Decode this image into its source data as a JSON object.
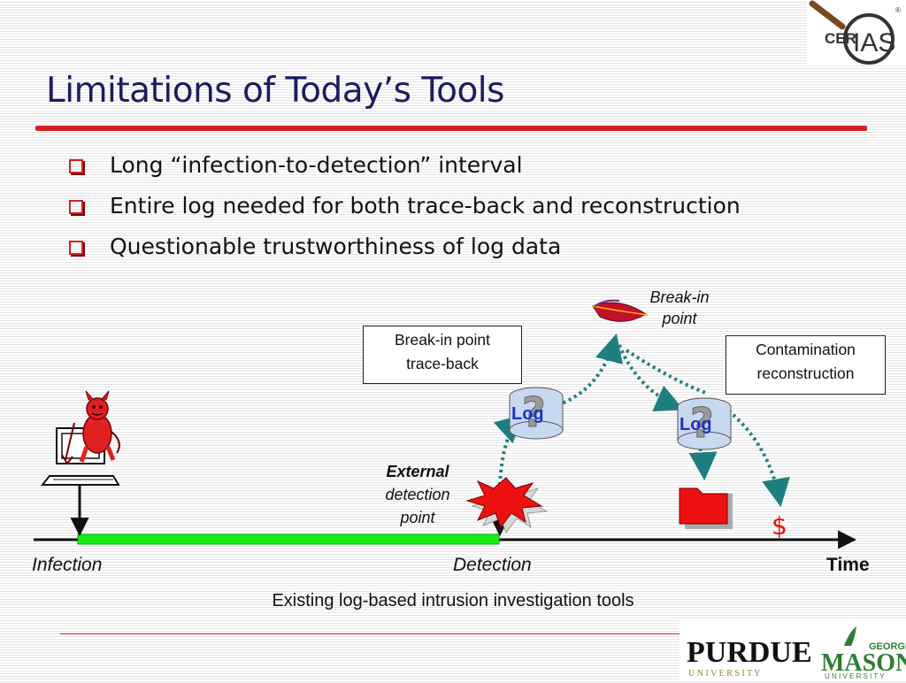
{
  "slide": {
    "title": "Limitations of Today’s Tools",
    "bullets": [
      "Long “infection-to-detection” interval",
      "Entire log needed for both trace-back and reconstruction",
      "Questionable trustworthiness of log data"
    ]
  },
  "diagram": {
    "breakin_label_line1": "Break-in",
    "breakin_label_line2": "point",
    "traceback_line1": "Break-in point",
    "traceback_line2": "trace-back",
    "contamination_line1": "Contamination",
    "contamination_line2": "reconstruction",
    "external_line1": "External",
    "external_line2": "detection",
    "external_line3": "point",
    "log_label": "Log",
    "dollar": "$",
    "infection": "Infection",
    "detection": "Detection",
    "time": "Time",
    "caption": "Existing log-based intrusion investigation tools",
    "colors": {
      "timeline_bar": "#1aee1a",
      "title_rule": "#d22020",
      "dotted_arrow": "#1f7f7f",
      "accent_red": "#e01010"
    }
  },
  "logos": {
    "cerias_prefix": "CER",
    "cerias_suffix": "IAS",
    "registered": "®",
    "purdue": "PURDUE",
    "purdue_sub": "U N I V E R S I T Y",
    "gmu_top": "GEORGE",
    "gmu_main": "MASON",
    "gmu_sub": "U N I V E R S I T Y"
  }
}
